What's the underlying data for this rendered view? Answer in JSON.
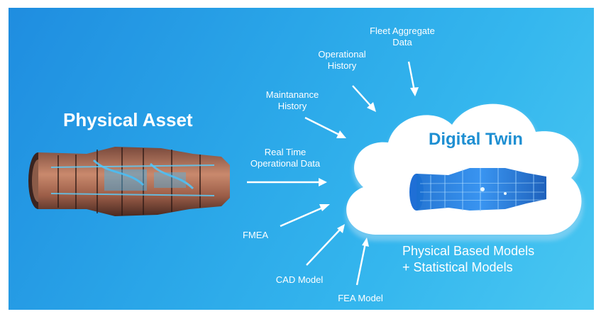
{
  "diagram": {
    "physical_asset_title": "Physical Asset",
    "digital_twin_title": "Digital Twin",
    "models_line1": "Physical Based Models",
    "models_line2": "+ Statistical Models",
    "inputs": [
      {
        "line1": "Fleet Aggregate",
        "line2": "Data"
      },
      {
        "line1": "Operational",
        "line2": "History"
      },
      {
        "line1": "Maintanance",
        "line2": "History"
      },
      {
        "line1": "Real Time",
        "line2": "Operational Data"
      },
      {
        "line1": "FMEA",
        "line2": ""
      },
      {
        "line1": "CAD Model",
        "line2": ""
      },
      {
        "line1": "FEA Model",
        "line2": ""
      }
    ]
  },
  "colors": {
    "background": "#2aa6e8",
    "cloud": "#ffffff",
    "accent": "#1e8fd2"
  },
  "icons": [
    "jet-engine-photo",
    "jet-engine-wireframe",
    "cloud-shape",
    "arrow-icon"
  ]
}
